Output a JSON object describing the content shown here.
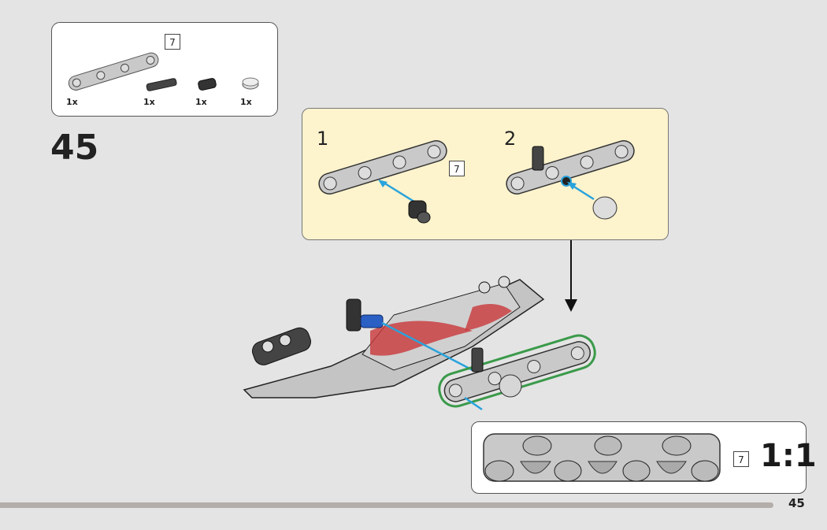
{
  "parts_list": {
    "items": [
      {
        "name": "beam-7",
        "qty": "1x",
        "length_label": "7"
      },
      {
        "name": "axle-pin",
        "qty": "1x"
      },
      {
        "name": "pin",
        "qty": "1x"
      },
      {
        "name": "round-tile",
        "qty": "1x"
      }
    ]
  },
  "step": {
    "number": "45"
  },
  "substeps": [
    {
      "number": "1",
      "length_label": "7"
    },
    {
      "number": "2"
    }
  ],
  "scale_callout": {
    "length_label": "7",
    "scale": "1:1"
  },
  "page_number": "45",
  "colors": {
    "background": "#e4e4e4",
    "substep_bg": "#fdf3cd",
    "highlight": "#3a9a4a",
    "arrow_blue": "#29a3dc",
    "accent_red": "#c8373a"
  }
}
